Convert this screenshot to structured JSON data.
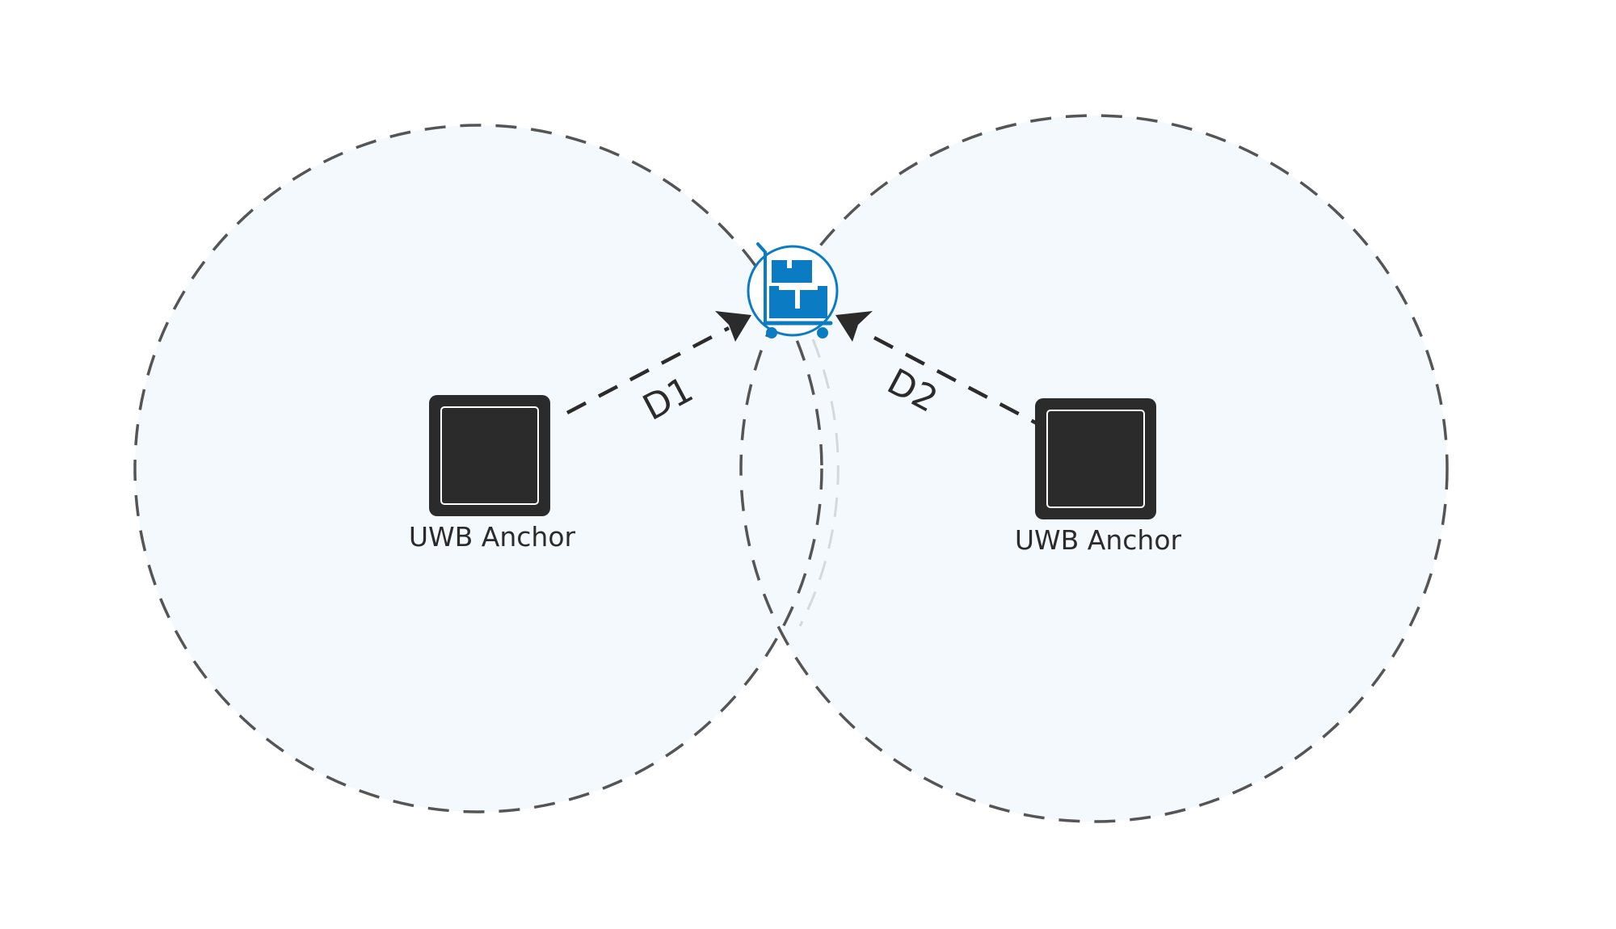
{
  "diagram": {
    "anchors": [
      {
        "label": "UWB Anchor",
        "icon": "uwb-anchor-icon"
      },
      {
        "label": "UWB Anchor",
        "icon": "uwb-anchor-icon"
      }
    ],
    "distances": [
      {
        "label": "D1"
      },
      {
        "label": "D2"
      }
    ],
    "tag": {
      "icon": "cart-with-boxes-icon"
    },
    "colors": {
      "coverage_fill": "#f3f9fd",
      "coverage_stroke": "#555555",
      "anchor_body": "#2b2b2b",
      "tag_accent": "#0b7bc4",
      "hidden_arc": "#d5d9dc"
    }
  }
}
